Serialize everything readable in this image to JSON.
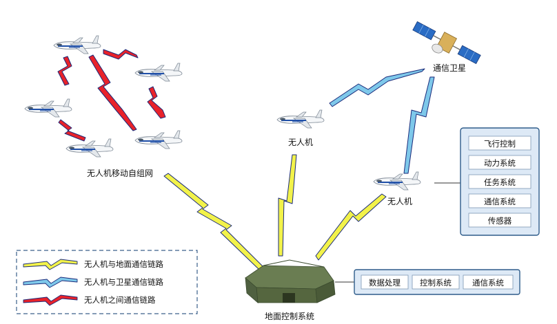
{
  "labels": {
    "swarm": "无人机移动自组网",
    "satellite": "通信卫星",
    "uav_center": "无人机",
    "uav_right": "无人机",
    "ground": "地面控制系统"
  },
  "uav_subsystems": [
    "飞行控制",
    "动力系统",
    "任务系统",
    "通信系统",
    "传感器"
  ],
  "ground_subsystems": [
    "数据处理",
    "控制系统",
    "通信系统"
  ],
  "legend": [
    {
      "label": "无人机与地面通信链路",
      "color": "#f2f24a"
    },
    {
      "label": "无人机与卫星通信链路",
      "color": "#7ec8ea"
    },
    {
      "label": "无人机之间通信链路",
      "color": "#e8222a"
    }
  ],
  "colors": {
    "ground_link": "#f2f24a",
    "satellite_link": "#7ec8ea",
    "uav_link": "#e8222a",
    "link_outline": "#1a2a7a",
    "panel_fill": "#dde9f6",
    "panel_border": "#2e5c8a"
  }
}
